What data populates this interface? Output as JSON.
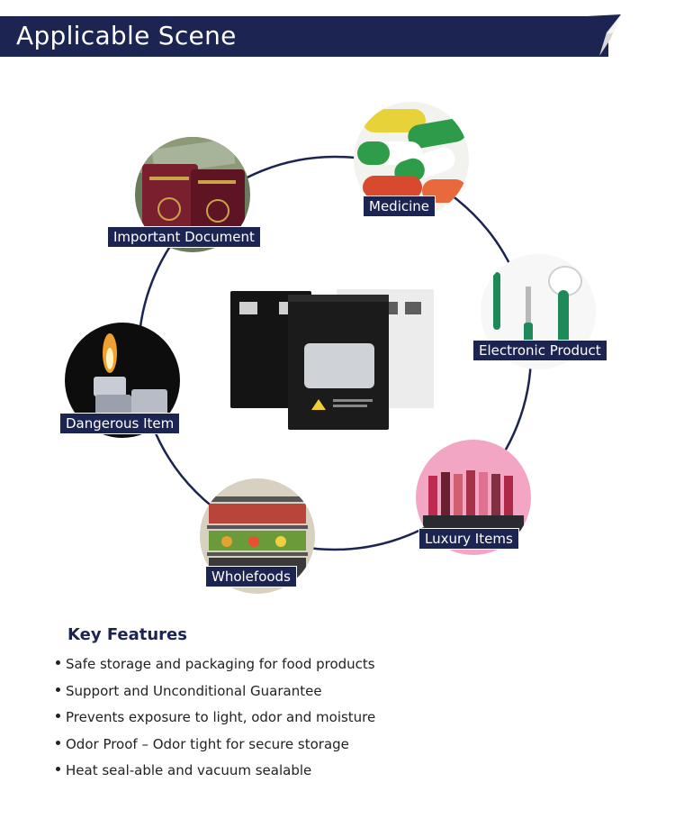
{
  "header": {
    "title": "Applicable Scene"
  },
  "scenes": [
    {
      "label": "Important Document",
      "icon": "passport-money-icon"
    },
    {
      "label": "Medicine",
      "icon": "pills-icon"
    },
    {
      "label": "Electronic Product",
      "icon": "earphones-icon"
    },
    {
      "label": "Dangerous Item",
      "icon": "lighter-icon"
    },
    {
      "label": "Luxury Items",
      "icon": "lipstick-icon"
    },
    {
      "label": "Wholefoods",
      "icon": "grocery-shelf-icon"
    }
  ],
  "features": {
    "title": "Key Features",
    "items": [
      "Safe storage and packaging for food products",
      "Support and Unconditional Guarantee",
      "Prevents exposure to light, odor and moisture",
      "Odor Proof – Odor tight for secure storage",
      "Heat seal-able and vacuum sealable"
    ]
  },
  "colors": {
    "navy": "#1c2451",
    "text": "#222222"
  }
}
